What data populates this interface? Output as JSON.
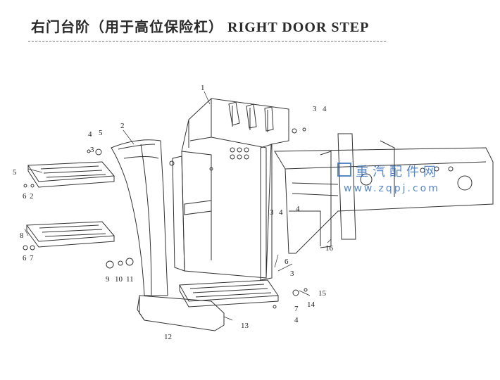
{
  "title": "右门台阶（用于高位保险杠） RIGHT DOOR STEP",
  "watermark": {
    "chinese": "重汽配件网",
    "url": "www.zqpj.com"
  },
  "callouts": [
    "1",
    "2",
    "3",
    "4",
    "3",
    "4",
    "3",
    "4",
    "5",
    "5",
    "6",
    "2",
    "6",
    "7",
    "8",
    "9",
    "10",
    "11",
    "12",
    "13",
    "14",
    "15",
    "16",
    "7",
    "4",
    "3",
    "4",
    "6"
  ],
  "colors": {
    "line": "#333333",
    "watermark": "#1e5fb4"
  }
}
